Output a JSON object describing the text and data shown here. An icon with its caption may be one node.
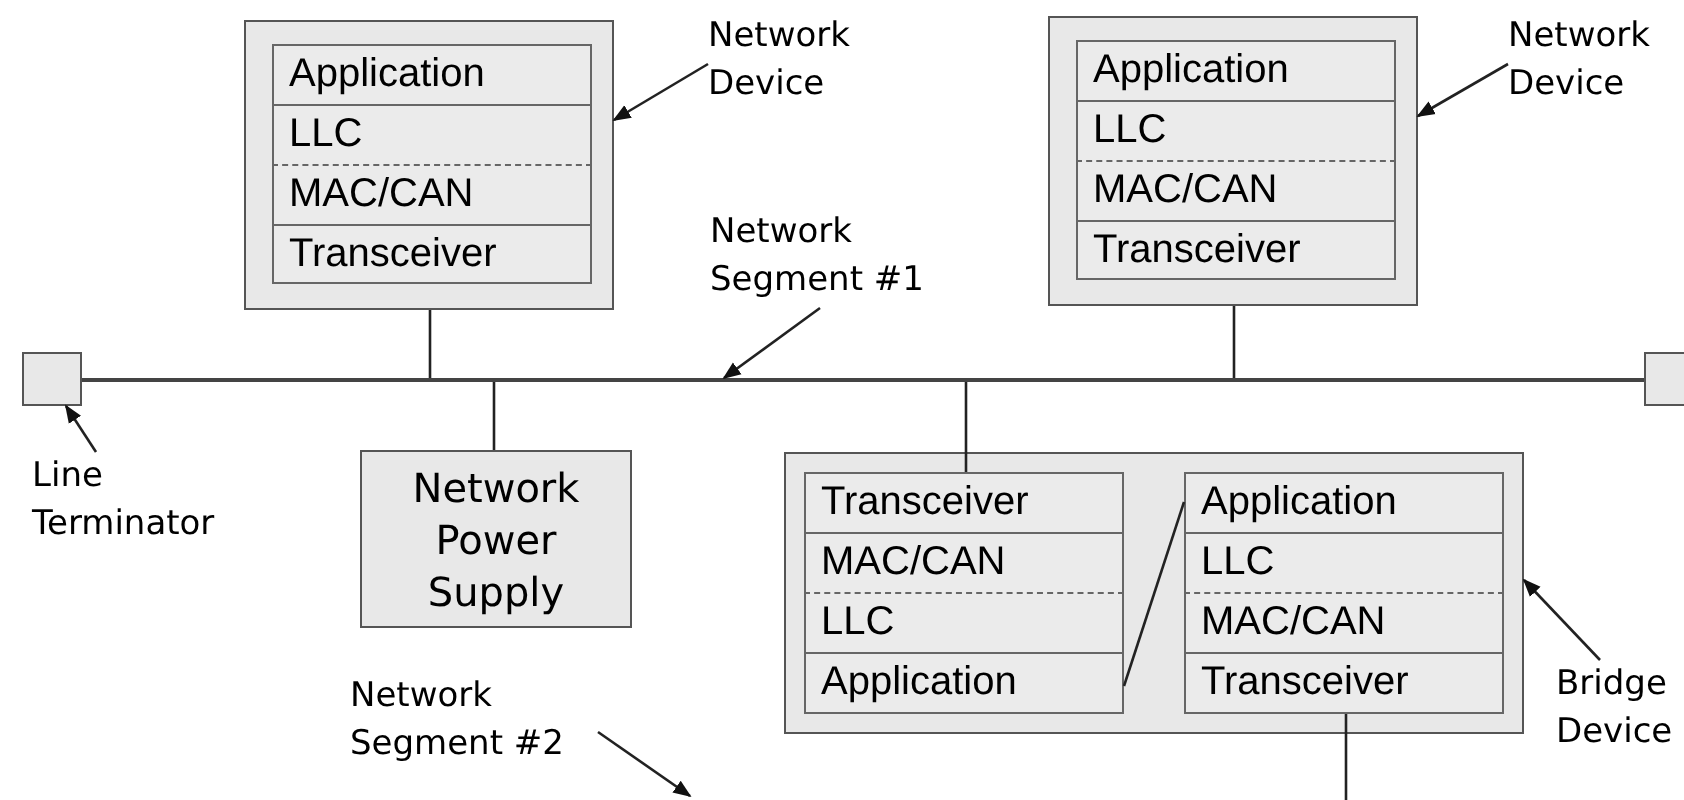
{
  "diagram": {
    "nodes": [
      {
        "text": [],
        "shape": "box"
      },
      {
        "text": [
          "Application"
        ],
        "in": 0
      },
      {
        "text": [
          "LLC"
        ],
        "in": 0
      },
      {
        "text": [
          "MAC/CAN"
        ],
        "in": 0
      },
      {
        "text": [
          "Transceiver"
        ],
        "in": 0
      },
      {
        "text": [
          "Network Device"
        ]
      },
      {
        "text": [],
        "shape": "box"
      },
      {
        "text": [
          "Application"
        ],
        "in": 6
      },
      {
        "text": [
          "LLC"
        ],
        "in": 6
      },
      {
        "text": [
          "MAC/CAN"
        ],
        "in": 6
      },
      {
        "text": [
          "Transceiver"
        ],
        "in": 6
      },
      {
        "text": [
          "Network Device"
        ]
      },
      {
        "text": [
          "Network Segment #1"
        ]
      },
      {
        "text": [],
        "shape": "box"
      },
      {
        "text": [],
        "shape": "bar"
      },
      {
        "text": [],
        "shape": "box"
      },
      {
        "text": [
          "Line Terminator"
        ]
      },
      {
        "text": [
          "Network Power Supply"
        ]
      },
      {
        "text": [],
        "shape": "box"
      },
      {
        "text": [
          "Transceiver"
        ],
        "in": 18
      },
      {
        "text": [
          "MAC/CAN"
        ],
        "in": 18
      },
      {
        "text": [
          "LLC"
        ],
        "in": 18
      },
      {
        "text": [
          "Application"
        ],
        "in": 18
      },
      {
        "text": [
          "Application"
        ],
        "in": 18
      },
      {
        "text": [
          "LLC"
        ],
        "in": 18
      },
      {
        "text": [
          "MAC/CAN"
        ],
        "in": 18
      },
      {
        "text": [
          "Transceiver"
        ],
        "in": 18
      },
      {
        "text": [
          "Network Segment #2"
        ]
      },
      {
        "text": [
          "Bridge Device"
        ]
      }
    ],
    "edges": [
      {
        "from": 0,
        "to": 14,
        "arrow": "none"
      },
      {
        "from": 6,
        "to": 14,
        "arrow": "none"
      },
      {
        "from": 14,
        "to": 17,
        "arrow": "none"
      },
      {
        "from": 14,
        "to": 19,
        "arrow": "none"
      },
      {
        "from": 22,
        "to": 23,
        "arrow": "none"
      },
      {
        "from": 26,
        "to": null,
        "arrow": "none"
      },
      {
        "from": 5,
        "to": 0,
        "arrow": "to"
      },
      {
        "from": 11,
        "to": 6,
        "arrow": "to"
      },
      {
        "from": 12,
        "to": 14,
        "arrow": "to"
      },
      {
        "from": 16,
        "to": 13,
        "arrow": "to"
      },
      {
        "from": 27,
        "to": null,
        "arrow": "to"
      },
      {
        "from": 28,
        "to": 18,
        "arrow": "to"
      }
    ]
  }
}
